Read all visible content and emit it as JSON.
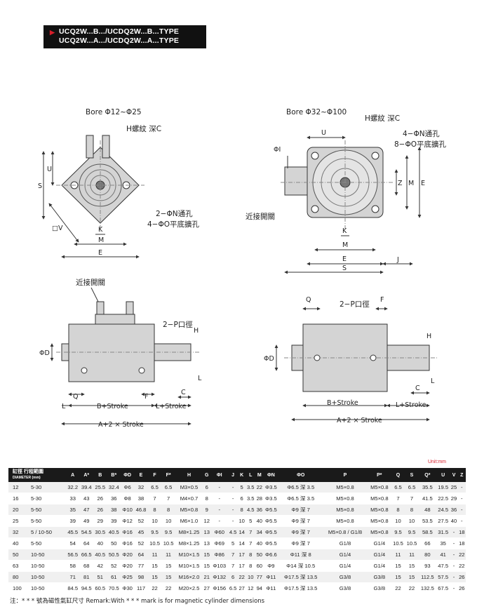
{
  "header": {
    "line1": "UCQ2W...B.../UCDQ2W...B...TYPE",
    "line2": "UCQ2W...A.../UCDQ2W...A...TYPE"
  },
  "drawing_small": {
    "bore": "Bore Φ12~Φ25",
    "h_label": "H螺紋  深C",
    "hole1": "2−ΦN通孔",
    "hole2": "4−ΦO平底擴孔",
    "dims": {
      "u": "U",
      "s": "S",
      "v": "□V",
      "k": "K",
      "m": "M",
      "e": "E"
    }
  },
  "drawing_large": {
    "bore": "Bore Φ32~Φ100",
    "h_label": "H螺紋  深C",
    "hole1": "4−ΦN通孔",
    "hole2": "8−ΦO平底擴孔",
    "switch": "近接開關",
    "dims": {
      "u": "U",
      "i": "ΦI",
      "z": "Z",
      "m": "M",
      "e": "E",
      "k": "K",
      "m2": "M",
      "e2": "E",
      "s": "S",
      "j": "J"
    }
  },
  "side_small": {
    "switch": "近接開關",
    "port": "2−P口徑",
    "dims": {
      "h": "H",
      "d": "ΦD",
      "l": "L",
      "c": "C",
      "q": "Q",
      "f": "F",
      "l2": "L",
      "stroke": "B+Stroke",
      "lstroke": "L+Stroke",
      "total": "A+2 × Stroke"
    }
  },
  "side_large": {
    "port": "2−P口徑",
    "dims": {
      "q": "Q",
      "f": "F",
      "h": "H",
      "d": "ΦD",
      "l": "L",
      "c": "C",
      "stroke": "B+Stroke",
      "lstroke": "L+Stroke",
      "total": "A+2 × Stroke"
    }
  },
  "table": {
    "unit": "Unit:mm",
    "header_first": "缸徑 行程範圍",
    "header_first_sub": "DIAMETER   (mm)",
    "columns": [
      "A",
      "A*",
      "B",
      "B*",
      "ΦD",
      "E",
      "F",
      "F*",
      "H",
      "G",
      "ΦI",
      "J",
      "K",
      "L",
      "M",
      "ΦN",
      "ΦO",
      "P",
      "P*",
      "Q",
      "S",
      "Q*",
      "U",
      "V",
      "Z"
    ],
    "rows": [
      [
        "12",
        "5-30",
        "32.2",
        "39.4",
        "25.5",
        "32.4",
        "Φ6",
        "32",
        "6.5",
        "6.5",
        "M3×0.5",
        "6",
        "-",
        "-",
        "5",
        "3.5",
        "22",
        "Φ3.5",
        "Φ6.5 深 3.5",
        "M5×0.8",
        "M5×0.8",
        "6.5",
        "6.5",
        "35.5",
        "19.5",
        "25",
        "-"
      ],
      [
        "16",
        "5-30",
        "33",
        "43",
        "26",
        "36",
        "Φ8",
        "38",
        "7",
        "7",
        "M4×0.7",
        "8",
        "-",
        "-",
        "6",
        "3.5",
        "28",
        "Φ3.5",
        "Φ6.5 深 3.5",
        "M5×0.8",
        "M5×0.8",
        "7",
        "7",
        "41.5",
        "22.5",
        "29",
        "-"
      ],
      [
        "20",
        "5-50",
        "35",
        "47",
        "26",
        "38",
        "Φ10",
        "46.8",
        "8",
        "8",
        "M5×0.8",
        "9",
        "-",
        "-",
        "8",
        "4.5",
        "36",
        "Φ5.5",
        "Φ9 深 7",
        "M5×0.8",
        "M5×0.8",
        "8",
        "8",
        "48",
        "24.5",
        "36",
        "-"
      ],
      [
        "25",
        "5-50",
        "39",
        "49",
        "29",
        "39",
        "Φ12",
        "52",
        "10",
        "10",
        "M6×1.0",
        "12",
        "-",
        "-",
        "10",
        "5",
        "40",
        "Φ5.5",
        "Φ9 深 7",
        "M5×0.8",
        "M5×0.8",
        "10",
        "10",
        "53.5",
        "27.5",
        "40",
        "-"
      ],
      [
        "32",
        "5 / 10-50",
        "45.5",
        "54.5",
        "30.5",
        "40.5",
        "Φ16",
        "45",
        "9.5",
        "9.5",
        "M8×1.25",
        "13",
        "Φ60",
        "4.5",
        "14",
        "7",
        "34",
        "Φ5.5",
        "Φ9 深 7",
        "M5×0.8 / G1/8",
        "M5×0.8",
        "9.5",
        "9.5",
        "58.5",
        "31.5",
        "-",
        "18"
      ],
      [
        "40",
        "5-50",
        "54",
        "64",
        "40",
        "50",
        "Φ16",
        "52",
        "10.5",
        "10.5",
        "M8×1.25",
        "13",
        "Φ69",
        "5",
        "14",
        "7",
        "40",
        "Φ5.5",
        "Φ9 深 7",
        "G1/8",
        "G1/4",
        "10.5",
        "10.5",
        "66",
        "35",
        "-",
        "18"
      ],
      [
        "50",
        "10-50",
        "56.5",
        "66.5",
        "40.5",
        "50.5",
        "Φ20",
        "64",
        "11",
        "11",
        "M10×1.5",
        "15",
        "Φ86",
        "7",
        "17",
        "8",
        "50",
        "Φ6.6",
        "Φ11 深 8",
        "G1/4",
        "G1/4",
        "11",
        "11",
        "80",
        "41",
        "-",
        "22"
      ],
      [
        "63",
        "10-50",
        "58",
        "68",
        "42",
        "52",
        "Φ20",
        "77",
        "15",
        "15",
        "M10×1.5",
        "15",
        "Φ103",
        "7",
        "17",
        "8",
        "60",
        "Φ9",
        "Φ14 深 10.5",
        "G1/4",
        "G1/4",
        "15",
        "15",
        "93",
        "47.5",
        "-",
        "22"
      ],
      [
        "80",
        "10-50",
        "71",
        "81",
        "51",
        "61",
        "Φ25",
        "98",
        "15",
        "15",
        "M16×2.0",
        "21",
        "Φ132",
        "6",
        "22",
        "10",
        "77",
        "Φ11",
        "Φ17.5 深 13.5",
        "G3/8",
        "G3/8",
        "15",
        "15",
        "112.5",
        "57.5",
        "-",
        "26"
      ],
      [
        "100",
        "10-50",
        "84.5",
        "94.5",
        "60.5",
        "70.5",
        "Φ30",
        "117",
        "22",
        "22",
        "M20×2.5",
        "27",
        "Φ156",
        "6.5",
        "27",
        "12",
        "94",
        "Φ11",
        "Φ17.5 深 13.5",
        "G3/8",
        "G3/8",
        "22",
        "22",
        "132.5",
        "67.5",
        "-",
        "26"
      ]
    ]
  },
  "note": "注：* * * 號為磁性氣缸尺寸    Remark:With * * * mark is for magnetic cylinder dimensions"
}
